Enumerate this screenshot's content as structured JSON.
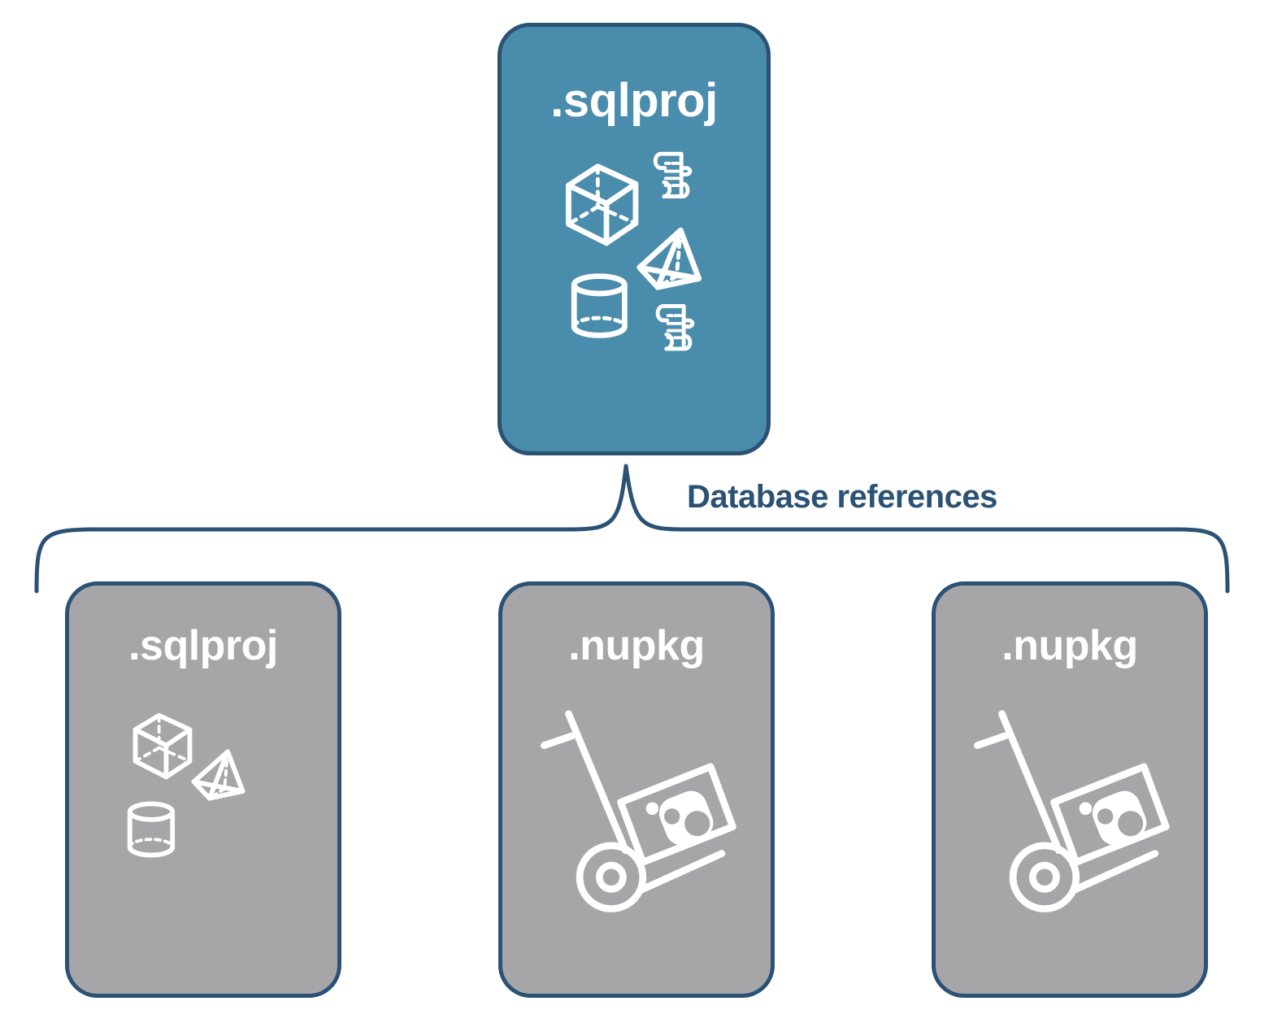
{
  "diagram": {
    "type": "hierarchy-reference-diagram",
    "colors": {
      "primary_fill": "#4a8cab",
      "secondary_fill": "#a6a6a8",
      "stroke": "#2b5274",
      "label_text": "#2b5274",
      "node_text": "#ffffff",
      "background": "#ffffff"
    },
    "connector": {
      "style": "curly-brace",
      "label": "Database references"
    },
    "root": {
      "id": "root-sqlproj",
      "label": ".sqlproj",
      "fill": "primary",
      "icons": [
        "cube-icon",
        "pyramid-icon",
        "cylinder-icon",
        "scroll-icon",
        "scroll-icon"
      ]
    },
    "children": [
      {
        "id": "ref-sqlproj",
        "label": ".sqlproj",
        "fill": "secondary",
        "icons": [
          "cube-icon",
          "pyramid-icon",
          "cylinder-icon"
        ]
      },
      {
        "id": "ref-nupkg-1",
        "label": ".nupkg",
        "fill": "secondary",
        "icons": [
          "hand-truck-package-icon"
        ]
      },
      {
        "id": "ref-nupkg-2",
        "label": ".nupkg",
        "fill": "secondary",
        "icons": [
          "hand-truck-package-icon"
        ]
      }
    ]
  }
}
